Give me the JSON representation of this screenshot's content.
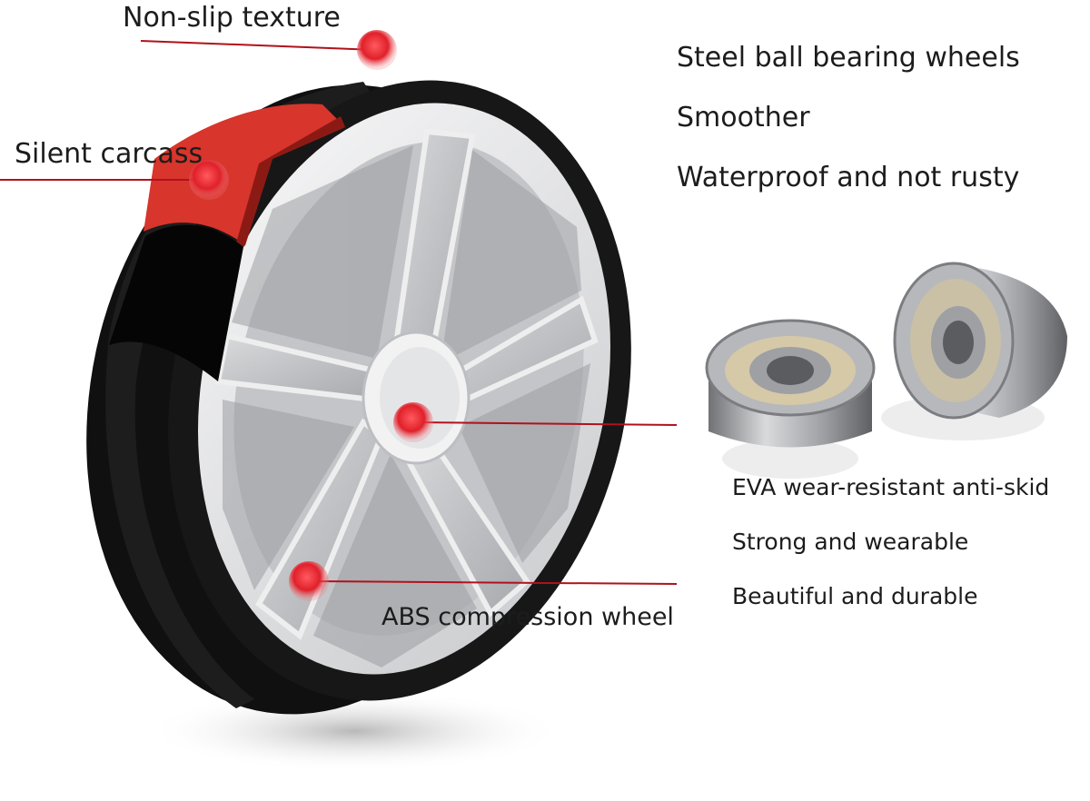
{
  "callouts": {
    "non_slip": "Non-slip texture",
    "silent_carcass": "Silent carcass",
    "abs_wheel": "ABS compression wheel"
  },
  "features_top": [
    "Steel ball bearing wheels",
    "Smoother",
    "Waterproof and not rusty"
  ],
  "features_bottom": [
    "EVA wear-resistant anti-skid",
    "Strong and wearable",
    "Beautiful and durable"
  ],
  "colors": {
    "callout_line": "#b0121b",
    "dot": "#e0202a",
    "tire": "#141414",
    "carcass": "#d8352c",
    "rim": "#e9e9eb",
    "bearing": "#a6a8ab"
  }
}
